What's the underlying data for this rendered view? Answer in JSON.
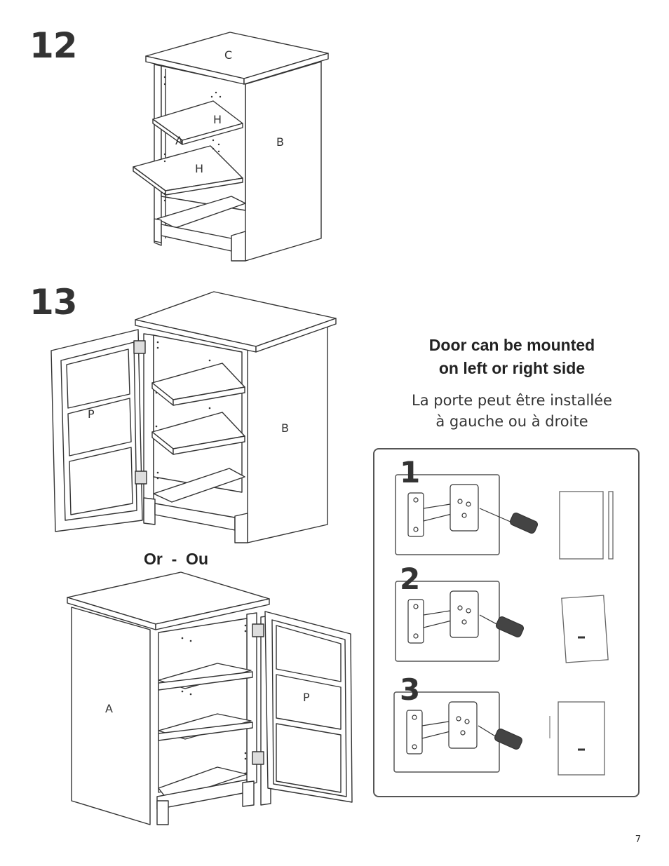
{
  "steps": [
    {
      "number": "12",
      "parts": [
        "C",
        "H",
        "A",
        "B",
        "H"
      ]
    },
    {
      "number": "13",
      "parts": [
        "P",
        "B"
      ]
    }
  ],
  "alt_assembly": {
    "separator": "Or  -  Ou",
    "parts": [
      "A",
      "P"
    ]
  },
  "door_note": {
    "en_line1": "Door can be mounted",
    "en_line2": "on left or right side",
    "fr_line1": "La porte peut être installée",
    "fr_line2": "à gauche ou à droite"
  },
  "hinge_adjustment": {
    "sub_steps": [
      "1",
      "2",
      "3"
    ],
    "icons": [
      "hinge-icon",
      "screwdriver-icon",
      "door-panel-icon"
    ]
  },
  "page_number": "7"
}
